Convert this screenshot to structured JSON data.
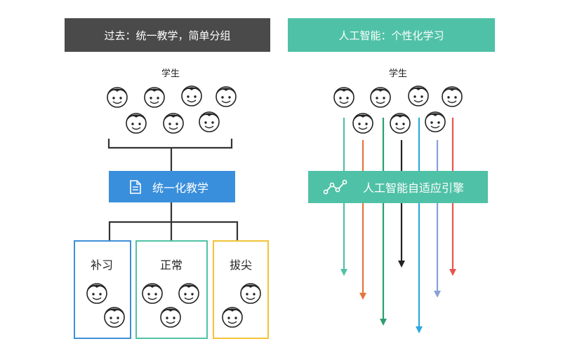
{
  "left_title": "过去：统一教学，简单分组",
  "right_title": "人工智能：个性化学习",
  "left_students_label": "学生",
  "right_students_label": "学生",
  "left_process": "统一化教学",
  "right_process": "人工智能自适应引擎",
  "groups": [
    {
      "label": "补习",
      "color": "#3f8fd8"
    },
    {
      "label": "正常",
      "color": "#52c2a5"
    },
    {
      "label": "拔尖",
      "color": "#f2c33a"
    }
  ],
  "colors": {
    "left_banner": "#4a4a4a",
    "teal": "#4fc1a6",
    "blue": "#3a8fdc",
    "arrow_colors": [
      "#4fc1a6",
      "#e8743b",
      "#2e9e6f",
      "#222222",
      "#2fa7df",
      "#8aa0d6",
      "#e8534f"
    ]
  },
  "icons": {
    "document": "document-icon",
    "network": "network-icon",
    "face": "student-face-icon"
  }
}
